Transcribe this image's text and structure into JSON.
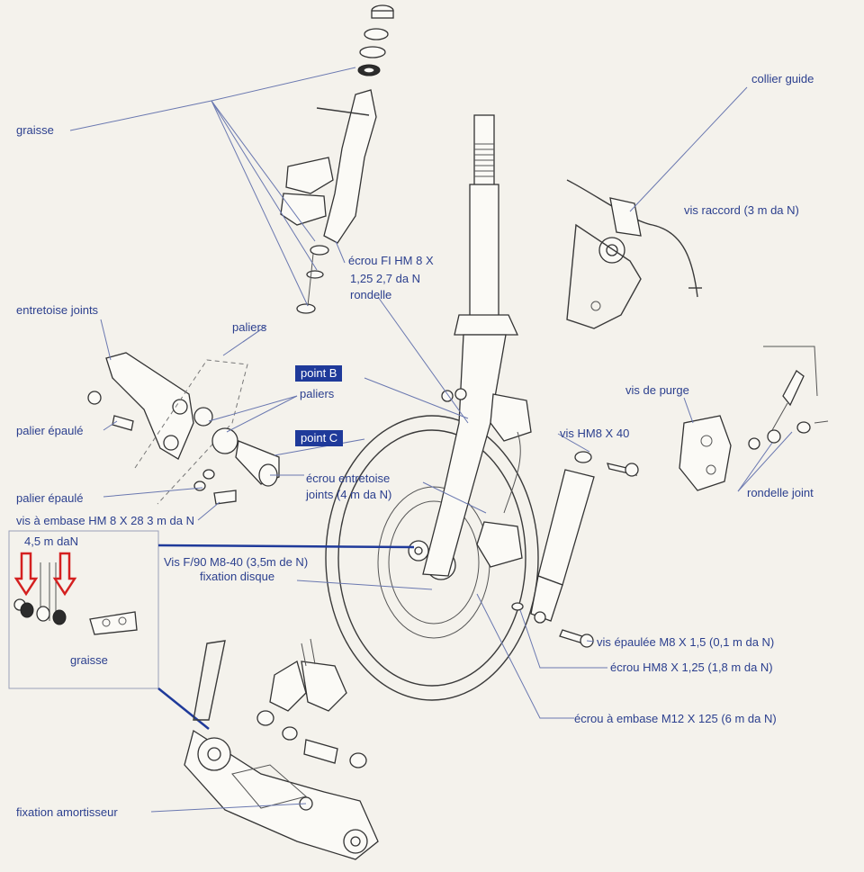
{
  "labels": {
    "graisse_top": "graisse",
    "collier_guide": "collier guide",
    "vis_raccord": "vis raccord (3 m da N)",
    "ecrou_fi_line1": "écrou FI HM 8 X",
    "ecrou_fi_line2": "1,25  2,7 da N",
    "rondelle": "rondelle",
    "entretoise_joints": "entretoise joints",
    "paliers_1": "paliers",
    "point_b": "point B",
    "paliers_2": "paliers",
    "vis_de_purge": "vis de purge",
    "palier_epaule_1": "palier épaulé",
    "point_c": "point C",
    "vis_hm8": "vis HM8  X 40",
    "ecrou_entretoise_1": "écrou  entretoise",
    "ecrou_entretoise_2": "joints (4 m da N)",
    "rondelle_joint": "rondelle joint",
    "palier_epaule_2": "palier épaulé",
    "vis_embase": "vis à embase HM  8  X  28  3 m da N",
    "torque_45": "4,5 m daN",
    "vis_f90": "Vis F/90 M8-40  (3,5m de N)",
    "fixation_disque": "fixation disque",
    "graisse_inset": "graisse",
    "vis_epaulee": "vis épaulée M8 X 1,5  (0,1 m da N)",
    "ecrou_hm8": "écrou HM8  X  1,25  (1,8 m da N)",
    "ecrou_embase": "écrou à embase M12 X 125 (6 m da N)",
    "fixation_amortisseur": "fixation amortisseur"
  },
  "colors": {
    "label_text": "#2b3f8e",
    "highlight_box": "#1f3a9a",
    "arrow_red": "#d42020",
    "callout_line": "#1f3a9a",
    "background": "#f4f2ec"
  }
}
